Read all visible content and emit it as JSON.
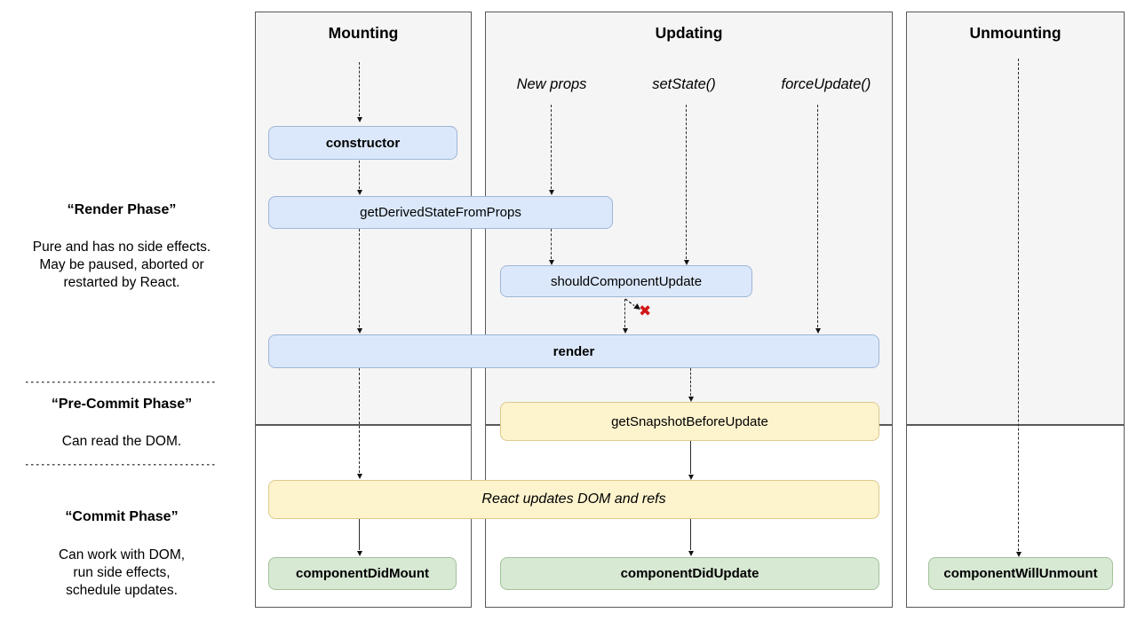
{
  "sidebar": {
    "render_phase": {
      "title": "“Render Phase”",
      "desc": "Pure and has no side effects.\nMay be paused, aborted or\nrestarted by React."
    },
    "pre_commit_phase": {
      "title": "“Pre-Commit Phase”",
      "desc": "Can read the DOM."
    },
    "commit_phase": {
      "title": "“Commit Phase”",
      "desc": "Can work with DOM,\nrun side effects,\nschedule updates."
    }
  },
  "columns": {
    "mounting": "Mounting",
    "updating": "Updating",
    "unmounting": "Unmounting"
  },
  "triggers": {
    "new_props": "New props",
    "set_state": "setState()",
    "force_update": "forceUpdate()"
  },
  "nodes": {
    "constructor": "constructor",
    "get_derived_state_from_props": "getDerivedStateFromProps",
    "should_component_update": "shouldComponentUpdate",
    "render": "render",
    "get_snapshot_before_update": "getSnapshotBeforeUpdate",
    "react_updates_dom": "React updates DOM and refs",
    "component_did_mount": "componentDidMount",
    "component_did_update": "componentDidUpdate",
    "component_will_unmount": "componentWillUnmount"
  },
  "icons": {
    "cancel": "✖"
  },
  "colors": {
    "method_fill": "#dbe8fb",
    "method_stroke": "#9fb5d6",
    "effect_fill": "#fdf3cd",
    "effect_stroke": "#dcc98c",
    "commit_fill": "#d7e8d3",
    "commit_stroke": "#a2c29a",
    "cancel_red": "#d11616",
    "section_gray": "#f5f5f5"
  }
}
